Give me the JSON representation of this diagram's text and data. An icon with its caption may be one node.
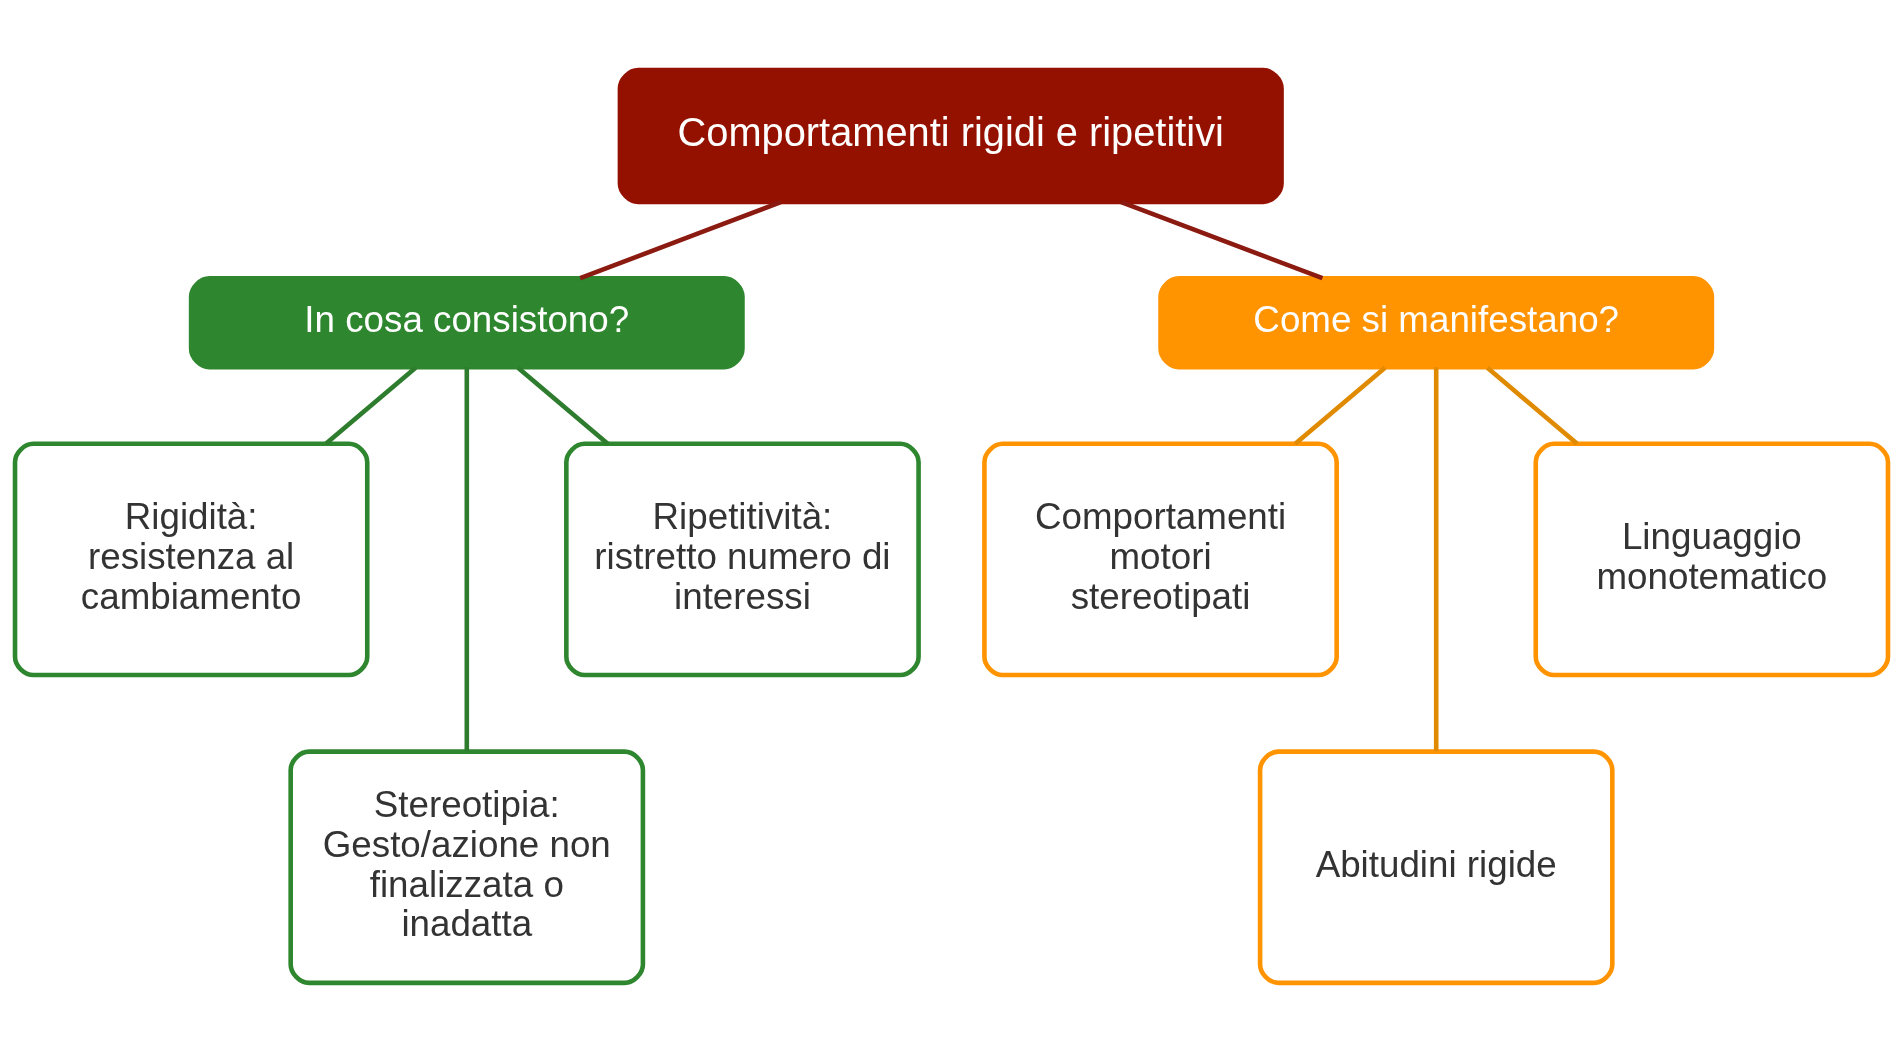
{
  "diagram": {
    "nodes": [
      {
        "text": [
          "Comportamenti rigidi e ripetitivi"
        ]
      },
      {
        "text": [
          "In cosa consistono?"
        ]
      },
      {
        "text": [
          "Come si manifestano?"
        ]
      },
      {
        "text": [
          "Rigidità: resistenza al cambiamento"
        ]
      },
      {
        "text": [
          "Ripetitività: ristretto numero di interessi"
        ]
      },
      {
        "text": [
          "Stereotipia: Gesto/azione non finalizzata o inadatta"
        ]
      },
      {
        "text": [
          "Comportamenti motori stereotipati"
        ]
      },
      {
        "text": [
          "Linguaggio monotematico"
        ]
      },
      {
        "text": [
          "Abitudini rigide"
        ]
      }
    ],
    "edges": [
      {
        "from": 0,
        "to": 1,
        "arrow": "none",
        "color": "#8b1a10"
      },
      {
        "from": 0,
        "to": 2,
        "arrow": "none",
        "color": "#8b1a10"
      },
      {
        "from": 1,
        "to": 3,
        "arrow": "none",
        "color": "#2e7d2e"
      },
      {
        "from": 1,
        "to": 5,
        "arrow": "none",
        "color": "#2e7d2e"
      },
      {
        "from": 1,
        "to": 4,
        "arrow": "none",
        "color": "#2e7d2e"
      },
      {
        "from": 2,
        "to": 6,
        "arrow": "none",
        "color": "#e08a00"
      },
      {
        "from": 2,
        "to": 8,
        "arrow": "none",
        "color": "#e08a00"
      },
      {
        "from": 2,
        "to": 7,
        "arrow": "none",
        "color": "#e08a00"
      }
    ]
  }
}
